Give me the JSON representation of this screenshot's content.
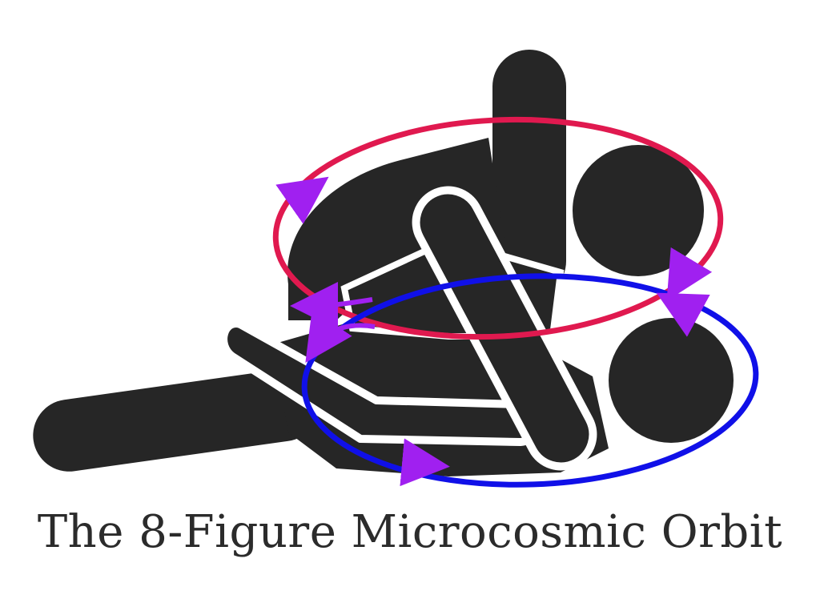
{
  "caption": "The 8-Figure Microcosmic Orbit",
  "colors": {
    "figure": "#262626",
    "upper_orbit": "#e0194f",
    "lower_orbit": "#1010e8",
    "direction_arrows": "#a020f0",
    "background": "#ffffff"
  },
  "icons": {
    "upper_figure": "person-pictogram",
    "lower_figure": "person-pictogram",
    "orbit_arrow": "arrowhead"
  }
}
